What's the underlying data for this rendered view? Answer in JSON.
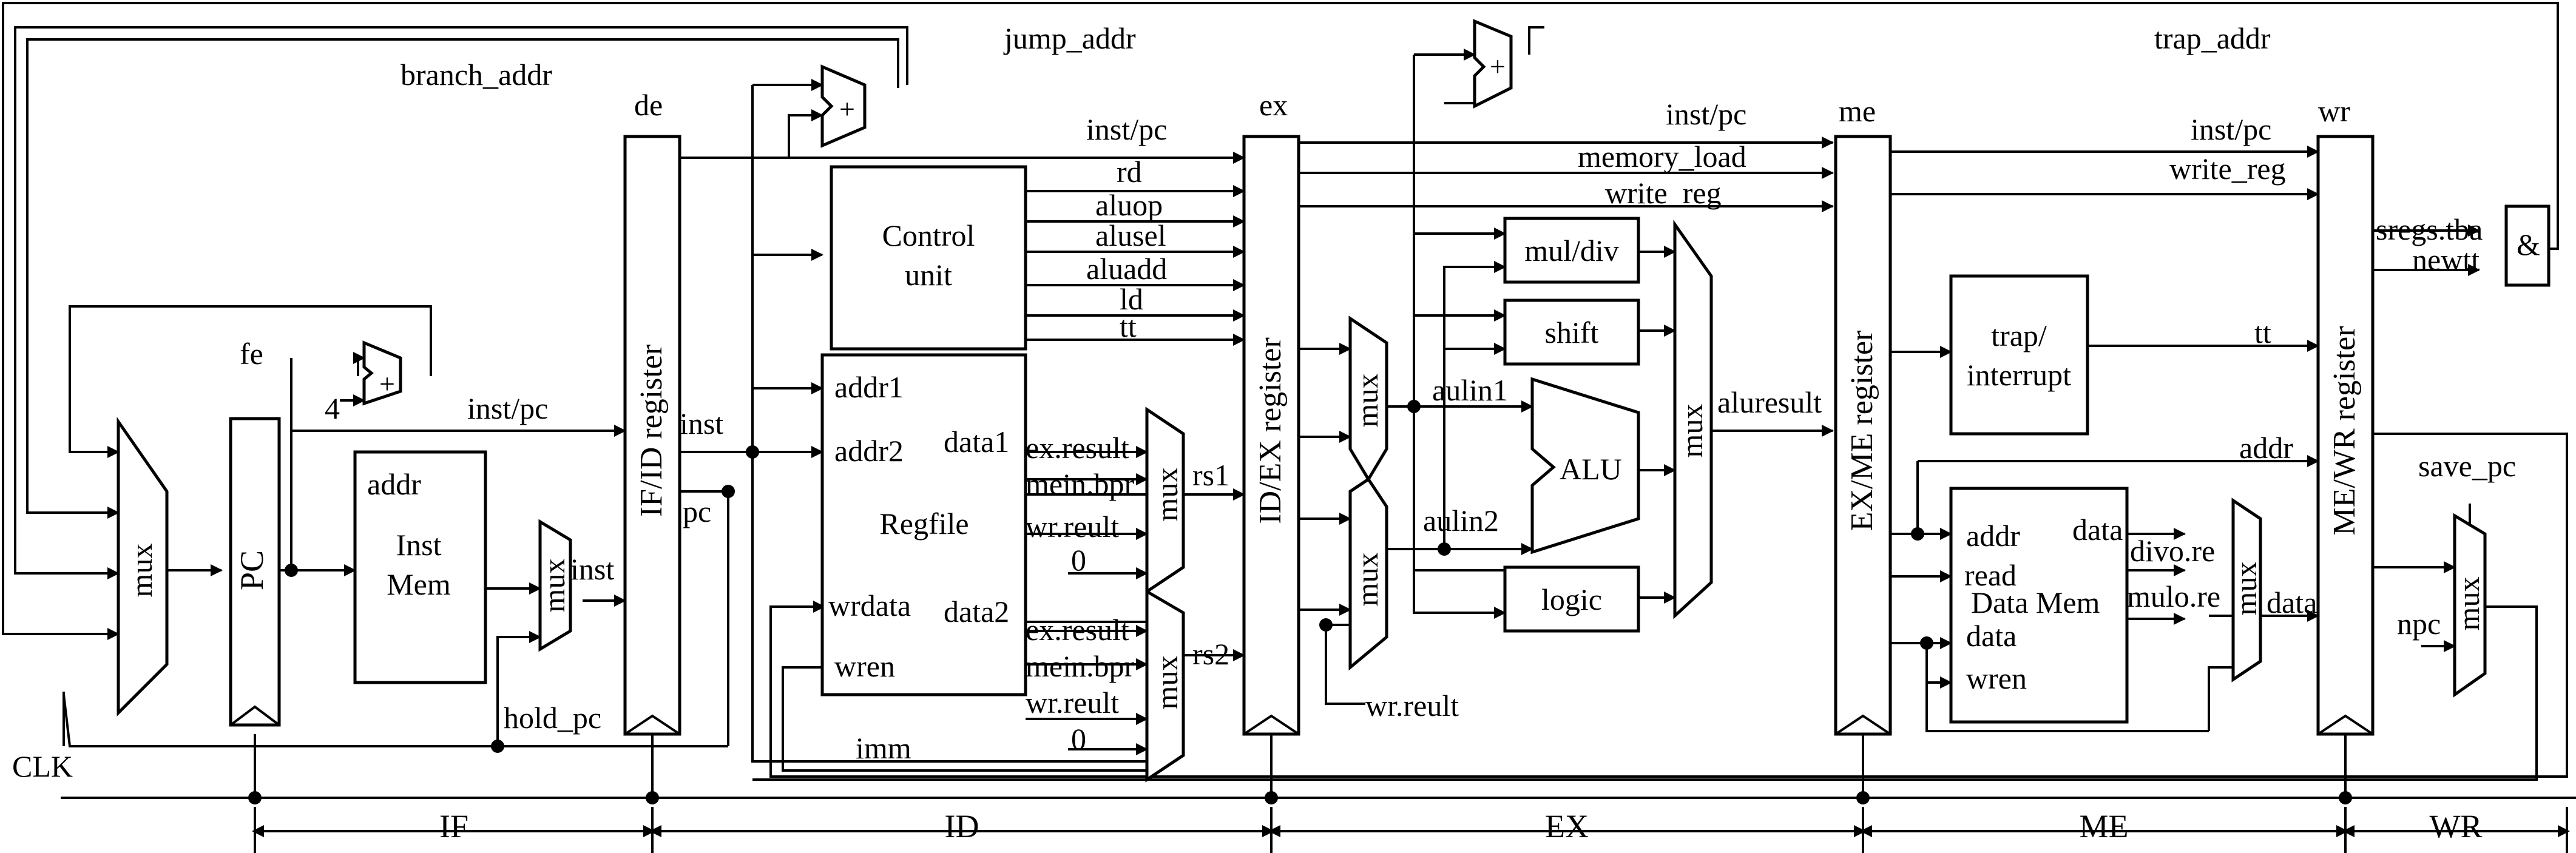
{
  "signals": {
    "jump_addr": "jump_addr",
    "branch_addr": "branch_addr",
    "trap_addr": "trap_addr",
    "inst_pc": "inst/pc",
    "rd": "rd",
    "aluop": "aluop",
    "alusel": "alusel",
    "aluadd": "aluadd",
    "ld": "ld",
    "tt": "tt",
    "memory_load": "memory_load",
    "write_reg": "write_reg",
    "inst": "inst",
    "pc": "pc",
    "imm": "imm",
    "rs1": "rs1",
    "rs2": "rs2",
    "wr_reult": "wr.reult",
    "aulin1": "aulin1",
    "aulin2": "aulin2",
    "aluresult": "aluresult",
    "addr": "addr",
    "data": "data",
    "divo_re": "divo.re",
    "mulo_re": "mulo.re",
    "save_pc": "save_pc",
    "npc": "npc",
    "sregs_tba": "sregs.tba",
    "newtt": "newtt",
    "hold_pc": "hold_pc",
    "clk": "CLK",
    "four": "4",
    "plus": "+",
    "and_op": "&",
    "ex_result": "ex.result",
    "mein_bpr": "mein.bpr",
    "zero": "0"
  },
  "stage_tags": {
    "fe": "fe",
    "de": "de",
    "ex": "ex",
    "me": "me",
    "wr": "wr"
  },
  "stages": [
    "IF",
    "ID",
    "EX",
    "ME",
    "WR"
  ],
  "blocks": {
    "pc": "PC",
    "inst_mem_addr": "addr",
    "inst_mem_l1": "Inst",
    "inst_mem_l2": "Mem",
    "if_id": "IF/ID register",
    "id_ex": "ID/EX register",
    "ex_me": "EX/ME register",
    "me_wr": "ME/WR register",
    "control_l1": "Control",
    "control_l2": "unit",
    "regfile": "Regfile",
    "rf_addr1": "addr1",
    "rf_addr2": "addr2",
    "rf_data1": "data1",
    "rf_data2": "data2",
    "rf_wrdata": "wrdata",
    "rf_wren": "wren",
    "mul_div": "mul/div",
    "shift": "shift",
    "alu": "ALU",
    "logic": "logic",
    "trap_l1": "trap/",
    "trap_l2": "interrupt",
    "dm_addr": "addr",
    "dm_read": "read",
    "dm_title": "Data Mem",
    "dm_data_in": "data",
    "dm_wren": "wren",
    "dm_data_out": "data",
    "mux": "mux"
  }
}
